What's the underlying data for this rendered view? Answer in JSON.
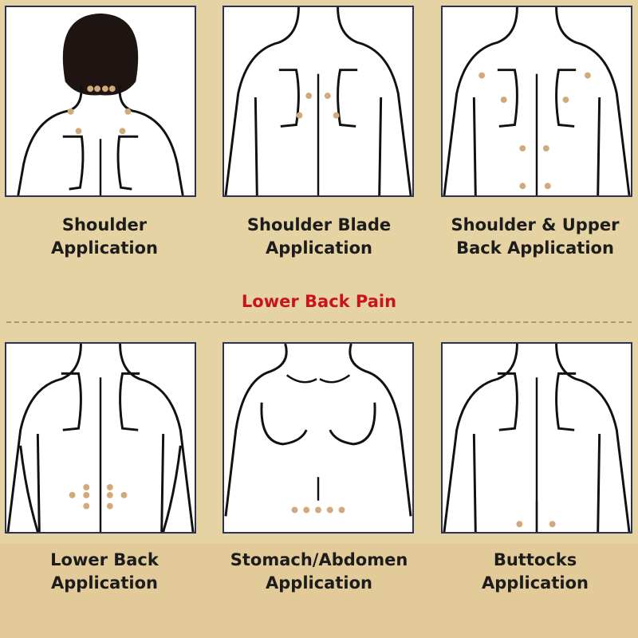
{
  "section_title": "Lower Back Pain",
  "panels": [
    {
      "line1": "Shoulder",
      "line2": "Application"
    },
    {
      "line1": "Shoulder Blade",
      "line2": "Application"
    },
    {
      "line1": "Shoulder & Upper",
      "line2": "Back Application"
    },
    {
      "line1": "Lower Back",
      "line2": "Application"
    },
    {
      "line1": "Stomach/Abdomen",
      "line2": "Application"
    },
    {
      "line1": "Buttocks",
      "line2": "Application"
    }
  ],
  "colors": {
    "dot": "#d2a97a",
    "title": "#c8141b",
    "outline": "#111111",
    "frame": "#2c3158"
  }
}
